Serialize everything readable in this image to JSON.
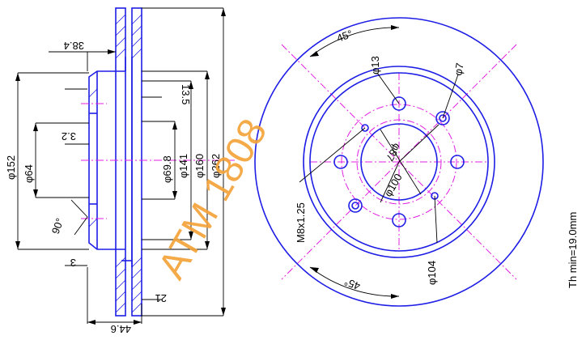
{
  "part_number": "ATM 1808",
  "thickness_min": "Th min=19.0mm",
  "side_view": {
    "dims": {
      "d38_4": "38.4",
      "d13_5": "13.5",
      "d3_2": "3.2",
      "phi152": "φ152",
      "phi64": "φ64",
      "phi69_8": "φ69.8",
      "phi141": "φ141",
      "phi160": "φ160",
      "phi262": "φ262",
      "angle90": "90°",
      "d3": "3",
      "d21": "21",
      "d44_6": "44.6"
    }
  },
  "front_view": {
    "dims": {
      "angle45_top": "45°",
      "angle45_bottom": "45°",
      "phi13": "φ13",
      "phi7": "φ7",
      "phi87": "φ87",
      "phi100": "φ100",
      "phi104": "φ104",
      "thread": "M8x1.25"
    }
  },
  "colors": {
    "outline": "#1e1ee6",
    "centerline": "#e020e0",
    "dimension": "#000000",
    "watermark": "#f5a33a"
  }
}
